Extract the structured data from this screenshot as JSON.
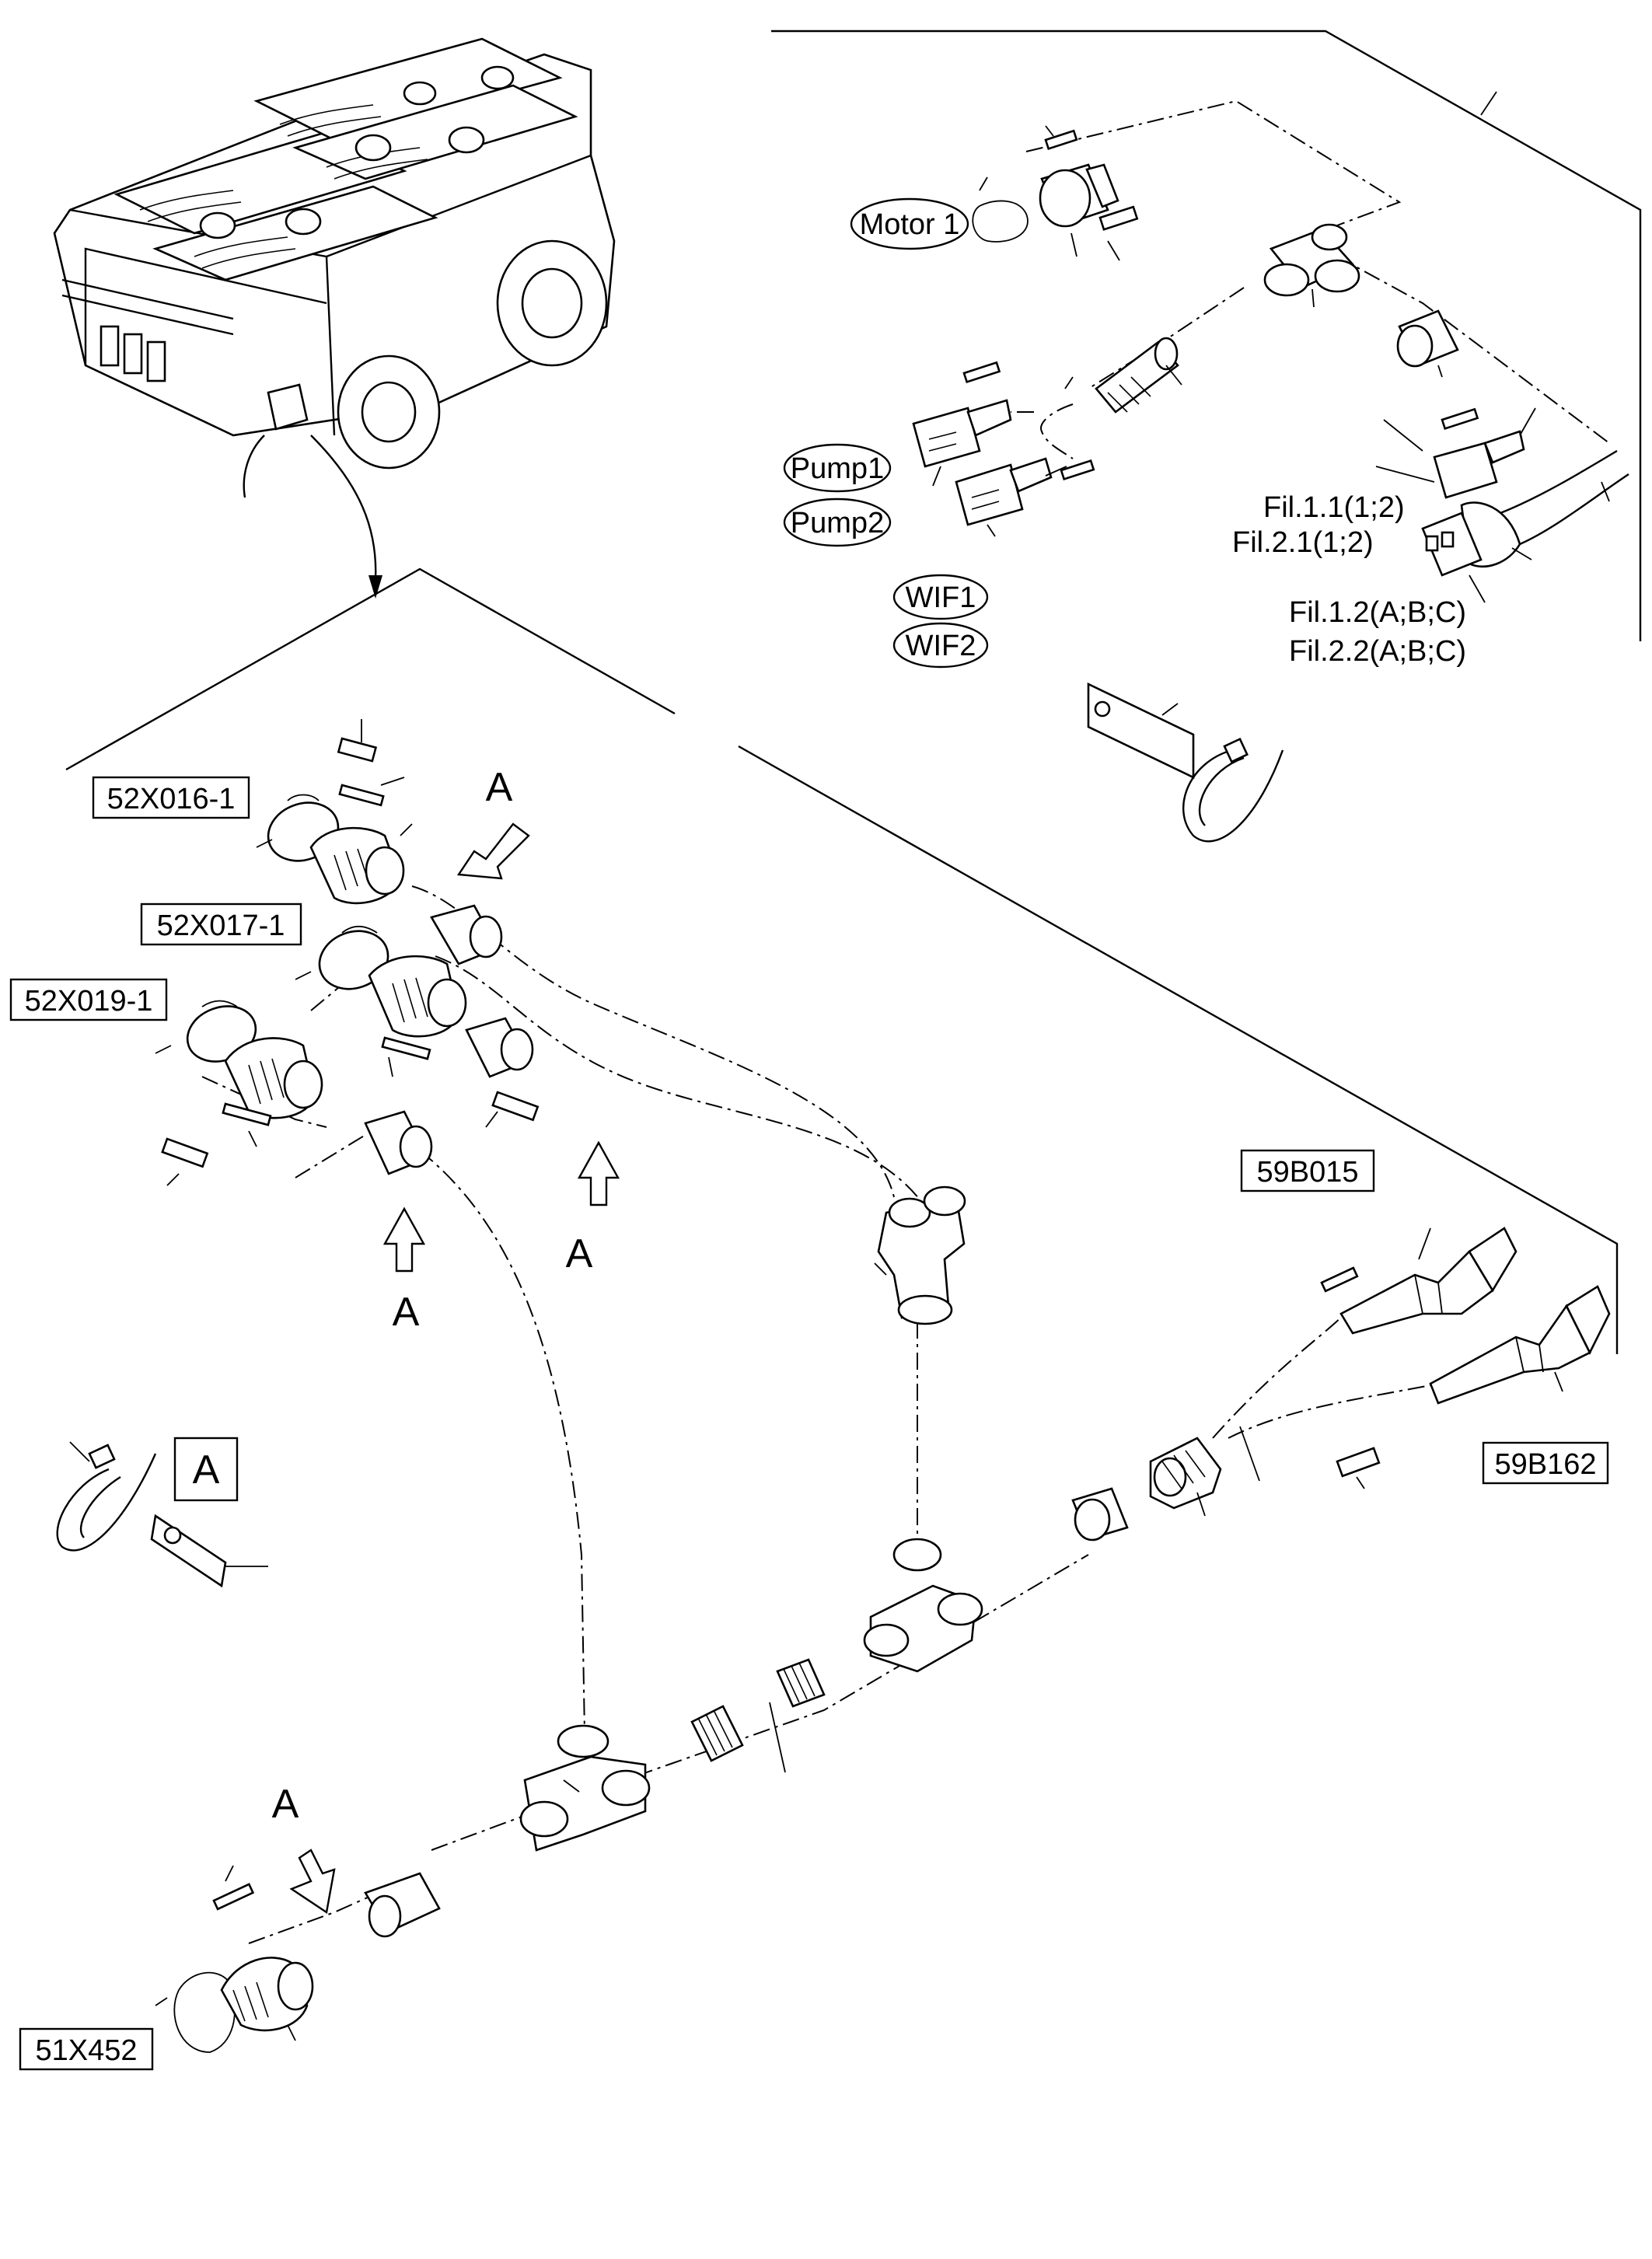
{
  "labels": {
    "motor1": "Motor 1",
    "pump1": "Pump1",
    "pump2": "Pump2",
    "wif1": "WIF1",
    "wif2": "WIF2",
    "fil11": "Fil.1.1(1;2)",
    "fil21": "Fil.2.1(1;2)",
    "fil12": "Fil.1.2(A;B;C)",
    "fil22": "Fil.2.2(A;B;C)",
    "c52x016": "52X016-1",
    "c52x017": "52X017-1",
    "c52x019": "52X019-1",
    "c51x452": "51X452",
    "c59b015": "59B015",
    "c59b162": "59B162",
    "detail_a": "A",
    "arrow_a": "A"
  }
}
